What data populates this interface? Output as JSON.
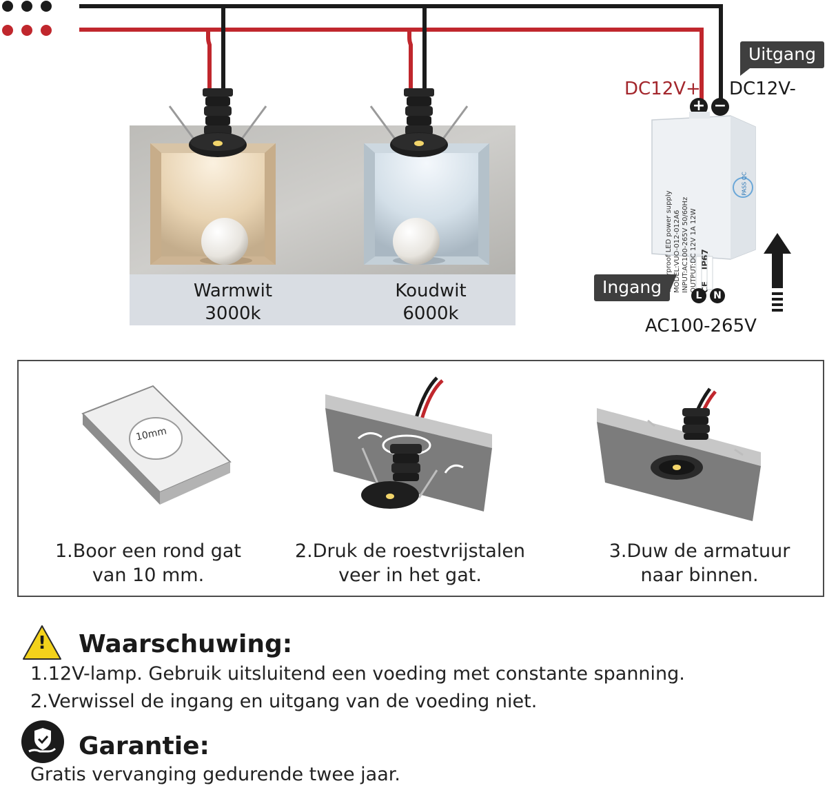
{
  "wiring": {
    "dc_plus": "DC12V+",
    "dc_minus": "DC12V-",
    "output_tag": "Uitgang",
    "input_tag": "Ingang",
    "ac_label": "AC100-265V",
    "plus_symbol": "+",
    "minus_symbol": "−",
    "live_symbol": "L",
    "neutral_symbol": "N",
    "wire_colors": {
      "negative": "#1b1b1b",
      "positive": "#c0272d"
    }
  },
  "power_supply": {
    "lines": [
      "Waterproof LED power supply",
      "MODEL:VUO-012-012A6",
      "INPUT:AC100-265V  50/60Hz",
      "OUTPUT:DC 12V  1A  12W"
    ],
    "ip_rating": "IP67",
    "ce_mark": "CE",
    "pass_qc": "PASS QC"
  },
  "lamps": [
    {
      "name": "Warmwit",
      "temp": "3000k"
    },
    {
      "name": "Koudwit",
      "temp": "6000k"
    }
  ],
  "steps": [
    {
      "line1": "1.Boor een rond gat",
      "line2": "van 10 mm.",
      "dimension": "10mm"
    },
    {
      "line1": "2.Druk de roestvrijstalen",
      "line2": "veer in het gat."
    },
    {
      "line1": "3.Duw de armatuur",
      "line2": "naar binnen."
    }
  ],
  "warning": {
    "title": "Waarschuwing:",
    "icon_symbol": "!",
    "lines": [
      "1.12V-lamp. Gebruik uitsluitend een voeding met constante spanning.",
      "2.Verwissel de ingang en uitgang van de voeding niet."
    ]
  },
  "warranty": {
    "title": "Garantie:",
    "text": "Gratis vervanging gedurende twee jaar."
  }
}
